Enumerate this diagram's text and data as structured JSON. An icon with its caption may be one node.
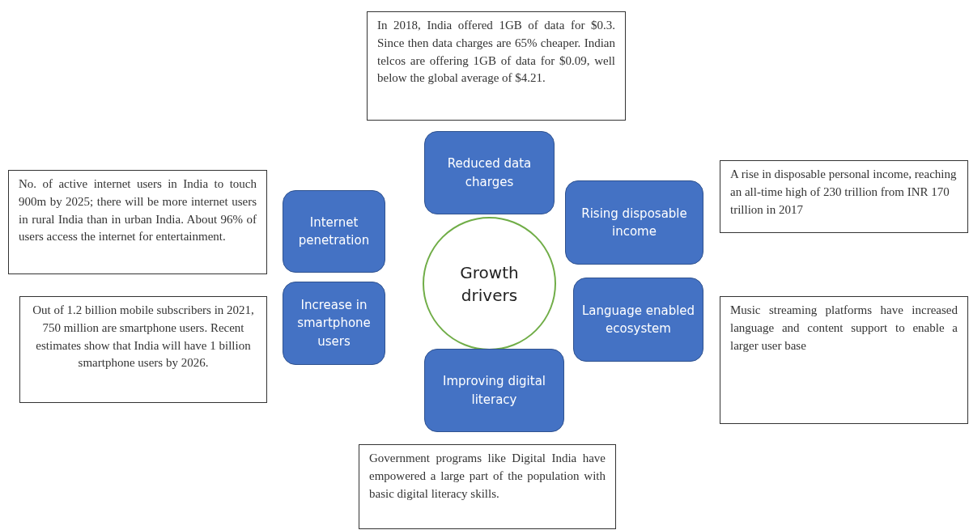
{
  "diagram": {
    "nodes": [
      {
        "text": [
          "In 2018, India offered 1GB of data for $0.3. Since then data charges are 65% cheaper. Indian telcos are offering 1GB of data for $0.09, well below the global average of $4.21."
        ]
      },
      {
        "text": [
          "Reduced data charges"
        ]
      },
      {
        "text": [
          "No. of active internet users in India to touch 900m by 2025; there will be more internet users in rural India than in urban India. About 96% of users access the internet for entertainment."
        ]
      },
      {
        "text": [
          "Internet penetration"
        ]
      },
      {
        "text": [
          "Rising disposable income"
        ]
      },
      {
        "text": [
          "A rise in disposable personal income, reaching an all-time high of 230 trillion from INR 170 trillion in 2017"
        ]
      },
      {
        "text": [
          "Growth drivers"
        ]
      },
      {
        "text": [
          "Out of 1.2 billion mobile subscribers in 2021, 750 million are smartphone users. Recent estimates show that India will have 1 billion smartphone users by 2026."
        ]
      },
      {
        "text": [
          "Increase in smartphone users"
        ]
      },
      {
        "text": [
          "Language enabled ecosystem"
        ]
      },
      {
        "text": [
          "Music streaming platforms have increased language and content support to enable a larger user base"
        ]
      },
      {
        "text": [
          "Improving digital literacy"
        ]
      },
      {
        "text": [
          "Government programs like Digital India have empowered a large part of the population with basic digital literacy skills."
        ]
      }
    ]
  }
}
